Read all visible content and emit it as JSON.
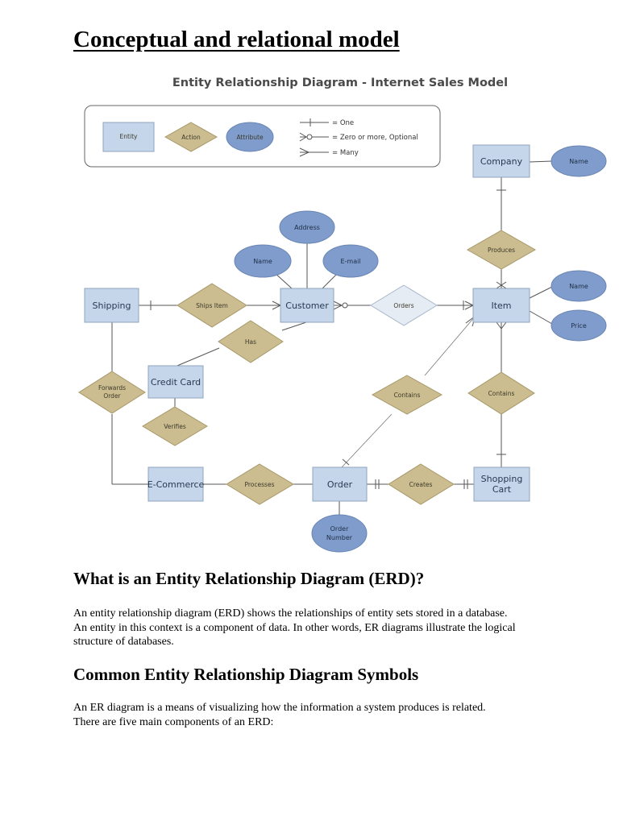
{
  "title": "Conceptual and relational model",
  "diagram": {
    "title": "Entity Relationship Diagram - Internet Sales Model",
    "legend": {
      "entity": "Entity",
      "action": "Action",
      "attribute": "Attribute",
      "one": "= One",
      "zero_or_more": "= Zero or more, Optional",
      "many": "= Many"
    },
    "entities": {
      "company": "Company",
      "shipping": "Shipping",
      "customer": "Customer",
      "item": "Item",
      "credit_card": "Credit Card",
      "ecommerce": "E-Commerce",
      "order": "Order",
      "shopping_cart_line1": "Shopping",
      "shopping_cart_line2": "Cart"
    },
    "actions": {
      "produces": "Produces",
      "ships_item": "Ships Item",
      "orders": "Orders",
      "has": "Has",
      "forwards_order_line1": "Forwards",
      "forwards_order_line2": "Order",
      "verifies": "Verifies",
      "contains_order": "Contains",
      "contains_cart": "Contains",
      "processes": "Processes",
      "creates": "Creates"
    },
    "attributes": {
      "company_name": "Name",
      "address": "Address",
      "customer_name": "Name",
      "email": "E-mail",
      "item_name": "Name",
      "price": "Price",
      "order_number_line1": "Order",
      "order_number_line2": "Number"
    }
  },
  "section1": {
    "heading": "What is an Entity Relationship Diagram (ERD)?",
    "lines": [
      "An entity relationship diagram (ERD) shows the relationships of entity sets stored in a database.",
      "An entity in this context is a component of data. In other words, ER diagrams illustrate the logical",
      "structure of databases."
    ]
  },
  "section2": {
    "heading": "Common Entity Relationship Diagram Symbols",
    "lines": [
      "An ER diagram is a means of visualizing how the information a system produces is related.",
      "There are five main components of an ERD:"
    ]
  }
}
